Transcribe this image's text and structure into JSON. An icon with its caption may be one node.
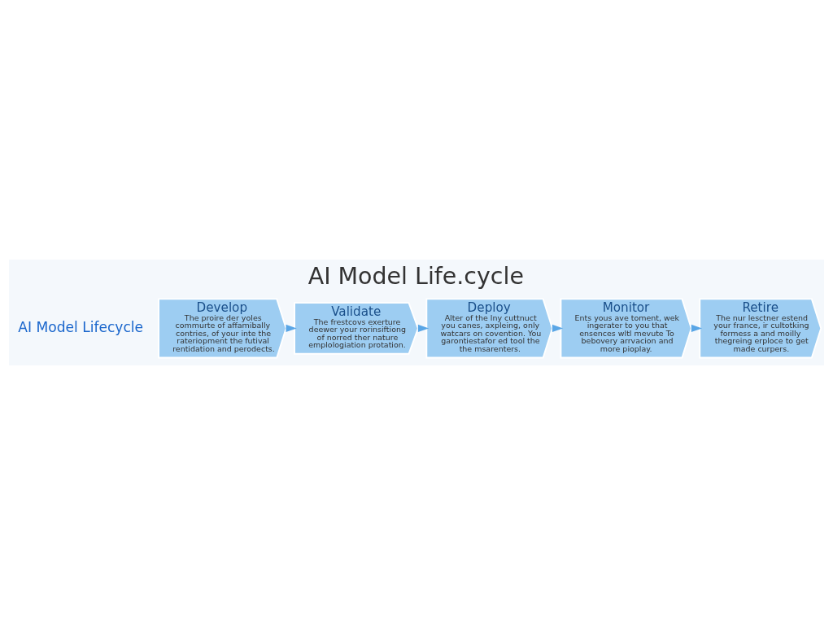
{
  "diagram": {
    "title": "AI Model Life.cycle",
    "nodes": [
      {
        "text": [
          "Develop",
          "The proire der yoles commurte of affamibally contries, of your inte the rateriopment the futival rentidation and perodects."
        ]
      },
      {
        "text": [
          "Validate",
          "The frestcovs exerture deewer your rorinsiftiong of norred ther nature emplologiation protation."
        ]
      },
      {
        "text": [
          "Deploy",
          "Alter of the lny cuttnuct you canes, axpleing, only watcars on covention. You garontiestafor ed tool the the msarenters."
        ]
      },
      {
        "text": [
          "Monitor",
          "Ents yous ave toment, wek ingerater to you that ensences wltl mevute To bebovery arrvacion and more pioplay."
        ]
      },
      {
        "text": [
          "Retire",
          "The nur lesctner estend your france, ir cultotking formess a and moilly thegreing erploce to get made curpers."
        ]
      }
    ],
    "edges": [
      {
        "from": 0,
        "to": 1,
        "arrow": "to"
      },
      {
        "from": 1,
        "to": 2,
        "arrow": "to"
      },
      {
        "from": 2,
        "to": 3,
        "arrow": "to"
      },
      {
        "from": 3,
        "to": 4,
        "arrow": "to"
      }
    ],
    "labels": [
      "AI Model Lifecycle"
    ]
  }
}
